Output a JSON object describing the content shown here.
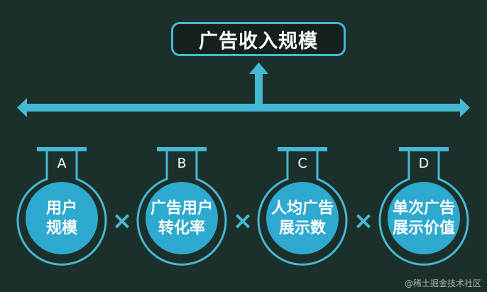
{
  "title": "广告收入规模",
  "factors": [
    {
      "letter": "A",
      "line1": "用户",
      "line2": "规模"
    },
    {
      "letter": "B",
      "line1": "广告用户",
      "line2": "转化率"
    },
    {
      "letter": "C",
      "line1": "人均广告",
      "line2": "展示数"
    },
    {
      "letter": "D",
      "line1": "单次广告",
      "line2": "展示价值"
    }
  ],
  "operator": "×",
  "watermark": "@稀土掘金技术社区",
  "colors": {
    "background": "#1c302b",
    "accent": "#45b8d4",
    "flask_fill": "#2ea9cf"
  }
}
